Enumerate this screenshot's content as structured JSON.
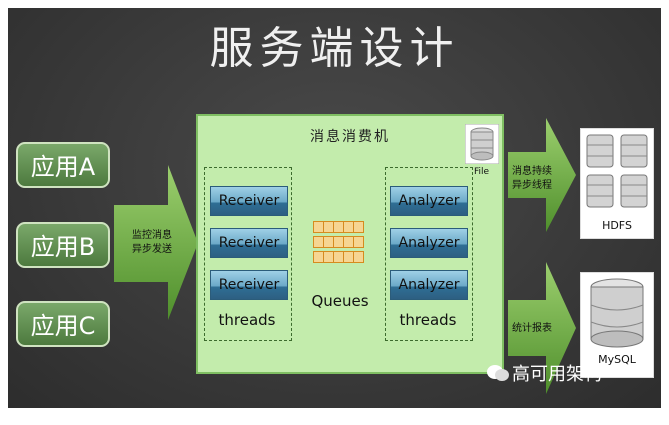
{
  "title": "服务端设计",
  "apps": [
    "应用A",
    "应用B",
    "应用C"
  ],
  "monitor_arrow": {
    "line1": "监控消息",
    "line2": "异步发送"
  },
  "consumer": {
    "title": "消息消费机",
    "file_label": "File",
    "receivers": [
      "Receiver",
      "Receiver",
      "Receiver"
    ],
    "receivers_group_label": "threads",
    "queues_label": "Queues",
    "analyzers": [
      "Analyzer",
      "Analyzer",
      "Analyzer"
    ],
    "analyzers_group_label": "threads"
  },
  "hdfs_arrow": {
    "line1": "消息持续",
    "line2": "异步线程"
  },
  "report_arrow": {
    "line1": "统计报表"
  },
  "hdfs_label": "HDFS",
  "mysql_label": "MySQL",
  "watermark": "高可用架构",
  "colors": {
    "board": "#3a3a3a",
    "app_green": "#5e8d4d",
    "box_green": "#c3ecac",
    "arrow_green": "#6fae3f",
    "bar_blue": "#6aa8c7"
  }
}
